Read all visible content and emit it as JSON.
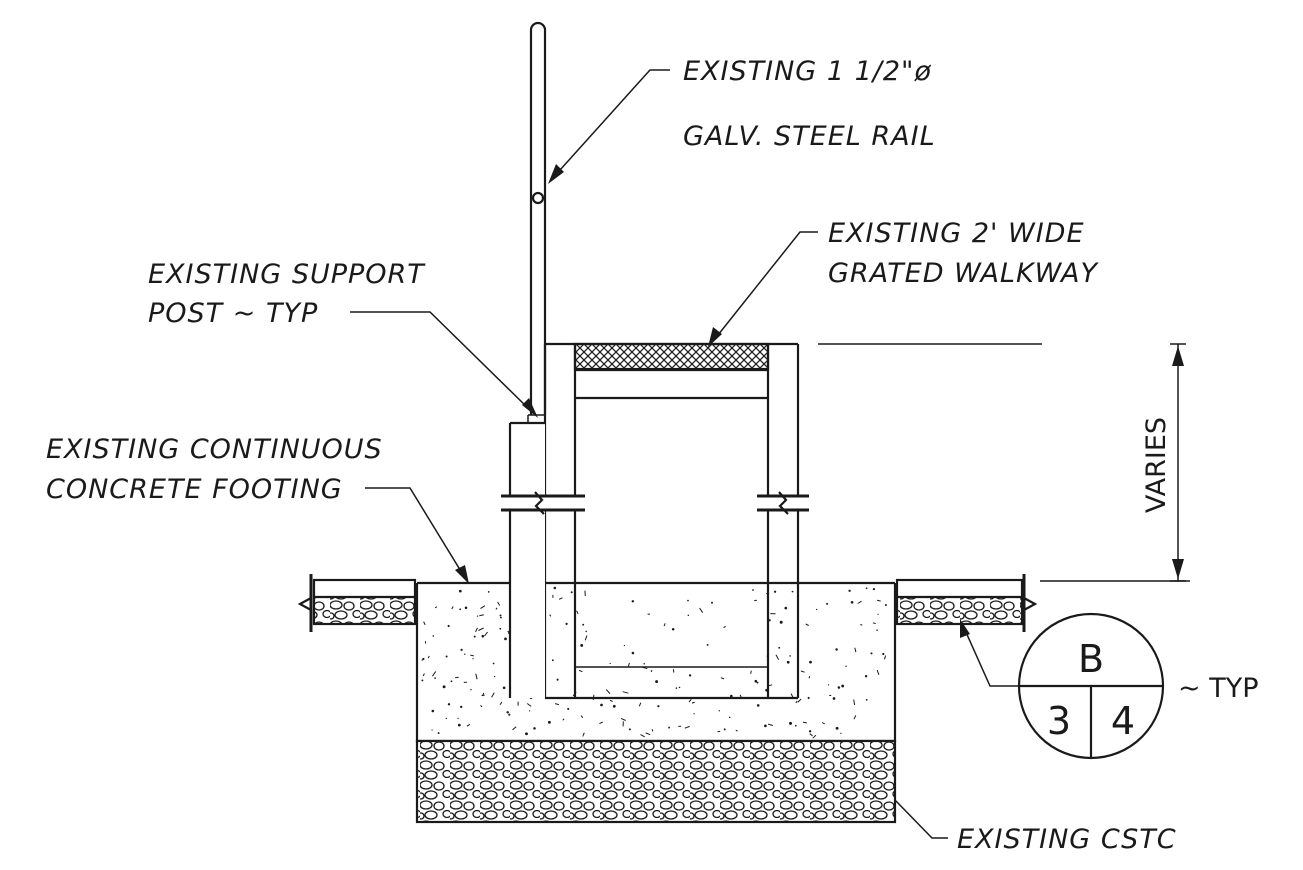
{
  "labels": {
    "rail_line1": "EXISTING 1 1/2\"ø",
    "rail_line2": "GALV. STEEL RAIL",
    "walkway_line1": "EXISTING 2' WIDE",
    "walkway_line2": "GRATED WALKWAY",
    "post_line1": "EXISTING SUPPORT",
    "post_line2": "POST ~ TYP",
    "footing_line1": "EXISTING CONTINUOUS",
    "footing_line2": "CONCRETE FOOTING",
    "cstc": "EXISTING CSTC",
    "dimension": "VARIES"
  },
  "detail_marker": {
    "detail": "B",
    "sheet_left": "3",
    "sheet_right": "4",
    "suffix": "~ TYP"
  }
}
